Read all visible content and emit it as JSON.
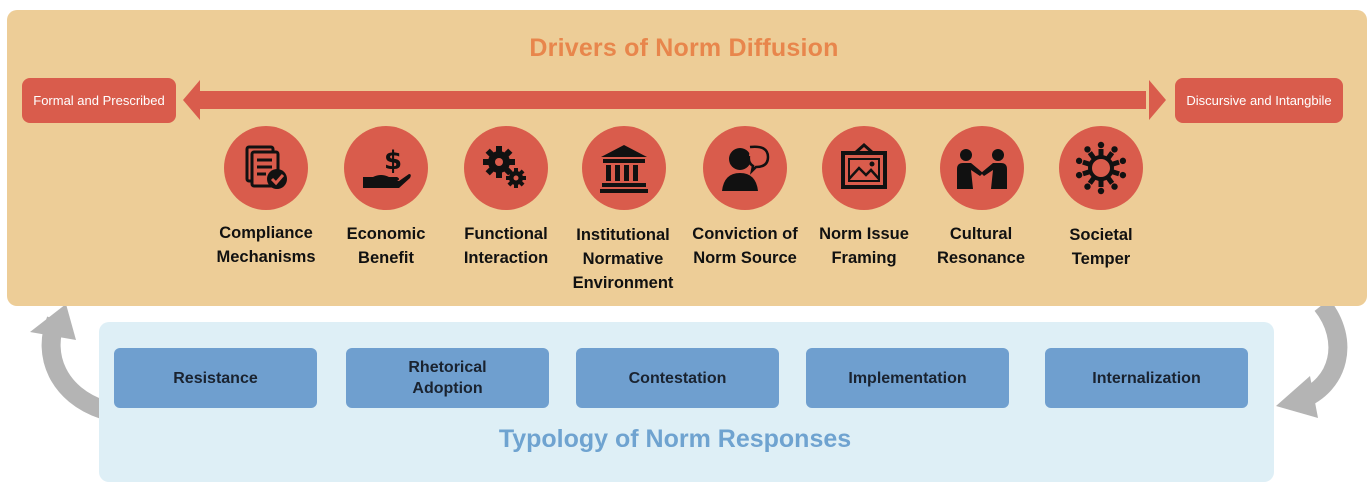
{
  "drivers": {
    "title": "Drivers of Norm Diffusion",
    "left_pole": "Formal and Prescribed",
    "right_pole": "Discursive and Intangbile",
    "items": [
      {
        "icon": "compliance-document-icon",
        "lines": [
          "Compliance",
          "Mechanisms"
        ]
      },
      {
        "icon": "money-hand-icon",
        "lines": [
          "Economic",
          "Benefit"
        ]
      },
      {
        "icon": "gears-icon",
        "lines": [
          "Functional",
          "Interaction"
        ]
      },
      {
        "icon": "institution-building-icon",
        "lines": [
          "Institutional",
          "Normative",
          "Environment"
        ]
      },
      {
        "icon": "speaking-person-icon",
        "lines": [
          "Conviction of",
          "Norm Source"
        ]
      },
      {
        "icon": "framed-picture-icon",
        "lines": [
          "Norm Issue",
          "Framing"
        ]
      },
      {
        "icon": "handshake-icon",
        "lines": [
          "Cultural",
          "Resonance"
        ]
      },
      {
        "icon": "people-circle-icon",
        "lines": [
          "Societal",
          "Temper"
        ]
      }
    ]
  },
  "responses": {
    "title": "Typology of Norm Responses",
    "items": [
      {
        "lines": [
          "Resistance"
        ]
      },
      {
        "lines": [
          "Rhetorical",
          "Adoption"
        ]
      },
      {
        "lines": [
          "Contestation"
        ]
      },
      {
        "lines": [
          "Implementation"
        ]
      },
      {
        "lines": [
          "Internalization"
        ]
      }
    ]
  },
  "colors": {
    "drivers_panel": "#edcd97",
    "drivers_title": "#e8864c",
    "accent_red": "#d95c4c",
    "responses_panel": "#deeff6",
    "response_box": "#6f9fcf",
    "responses_title": "#6fa3d0",
    "cycle_arrow": "#b4b4b4"
  }
}
